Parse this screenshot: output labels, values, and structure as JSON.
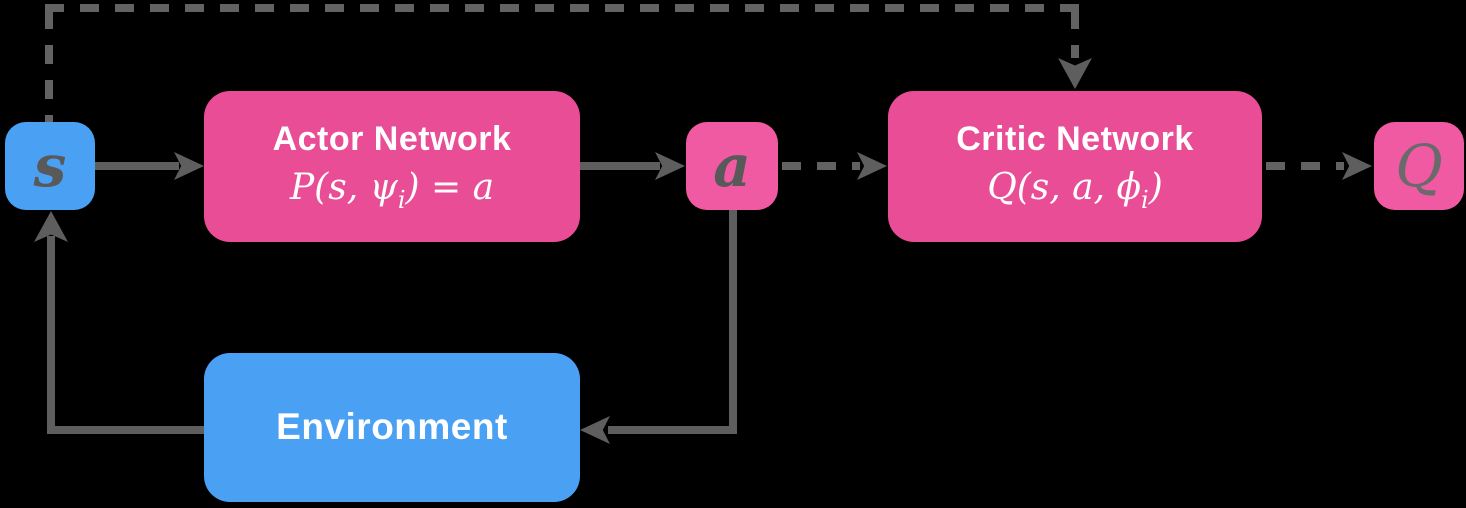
{
  "diagram": {
    "type": "actor-critic-reinforcement-learning-architecture",
    "background_color": "#000000",
    "colors": {
      "network_box_pink": "#E84D95",
      "variable_box_pink": "#EF5AA3",
      "state_env_blue": "#4AA0F3",
      "connector_gray": "#5E5E5E",
      "dashed_gray": "#626262",
      "variable_glyph_gray": "#595959",
      "text_white": "#FFFFFF"
    },
    "nodes": {
      "state": {
        "label": "s"
      },
      "actor": {
        "title": "Actor Network",
        "formula": {
          "func": "P",
          "args": "(s, ψ",
          "sub": "i",
          "tail": ") = a"
        }
      },
      "action": {
        "label": "a"
      },
      "critic": {
        "title": "Critic Network",
        "formula": {
          "func": "Q",
          "args": "(s, a, ϕ",
          "sub": "i",
          "tail": ")"
        }
      },
      "q_value": {
        "label": "Q"
      },
      "environment": {
        "title": "Environment"
      }
    },
    "edges": [
      {
        "from": "state",
        "to": "actor",
        "style": "solid",
        "arrow": "into-actor"
      },
      {
        "from": "actor",
        "to": "action",
        "style": "solid",
        "arrow": "into-action"
      },
      {
        "from": "action",
        "to": "critic",
        "style": "dashed",
        "arrow": "into-critic"
      },
      {
        "from": "critic",
        "to": "q_value",
        "style": "dashed",
        "arrow": "into-q-value"
      },
      {
        "from": "state",
        "to": "critic",
        "style": "dashed",
        "route": "over-top",
        "arrow": "into-critic-top"
      },
      {
        "from": "action",
        "to": "environment",
        "style": "solid",
        "route": "down-then-left",
        "arrow": "into-environment-right"
      },
      {
        "from": "environment",
        "to": "state",
        "style": "solid",
        "route": "left-then-up",
        "arrow": "into-state-bottom"
      }
    ]
  }
}
